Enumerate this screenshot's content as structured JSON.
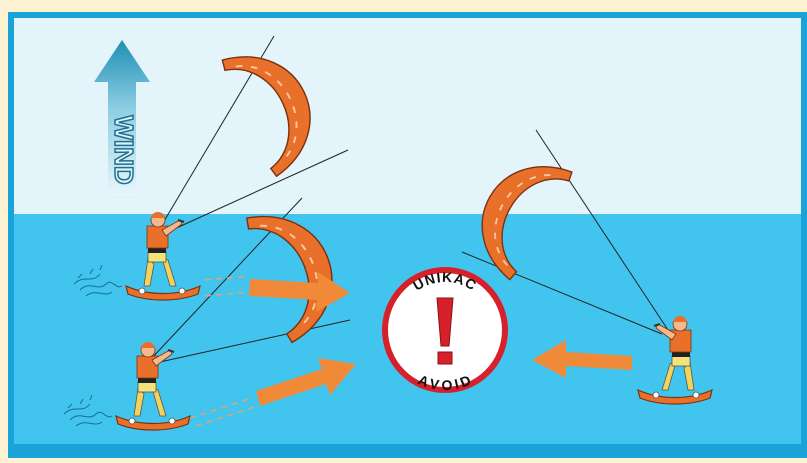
{
  "wind_label": "WIND",
  "avoid_sign": {
    "top_text": "UNIKAC",
    "bottom_text": "AVOID",
    "symbol": "!"
  },
  "colors": {
    "page_background": "#fdf3d2",
    "frame": "#1aa3d8",
    "sky": "#e4f4fb",
    "water": "#41c5ef",
    "kite_orange": "#e8702a",
    "arrow_orange": "#f08a38",
    "sign_red": "#d6212a",
    "wind_arrow": "#1f8fb3"
  },
  "icons": [
    "wind-arrow-icon",
    "kite-icon",
    "kitesurfer-icon",
    "direction-arrow-icon",
    "avoid-sign-icon",
    "exclamation-icon"
  ]
}
